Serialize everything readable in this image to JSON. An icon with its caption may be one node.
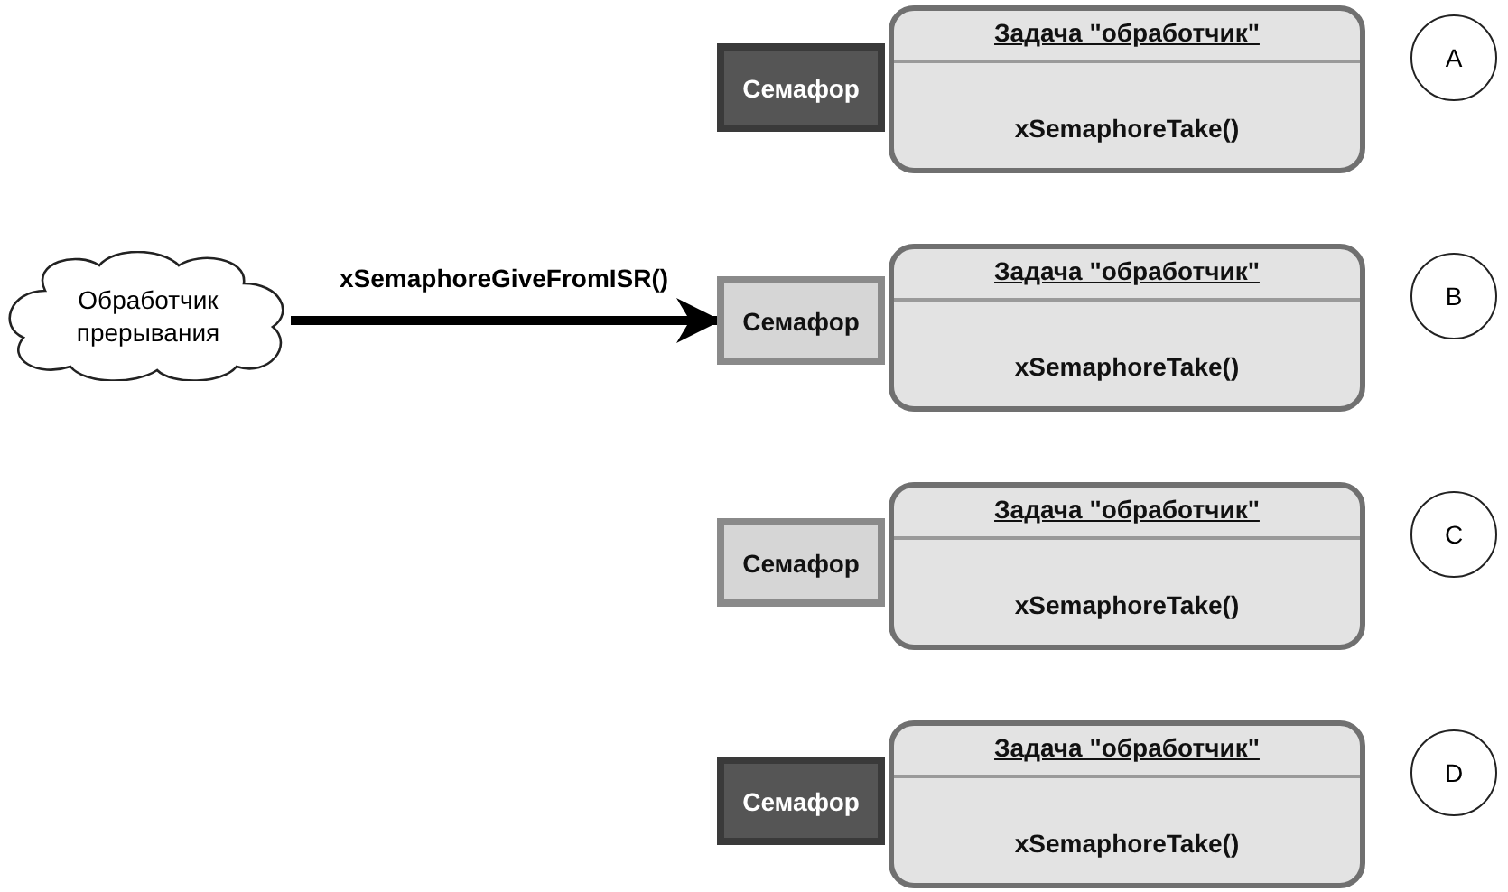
{
  "diagram": {
    "nodes": [
      {
        "text": [
          "Задача \"обработчик\"",
          "xSemaphoreTake()"
        ]
      },
      {
        "text": [
          "Семафор"
        ]
      },
      {
        "text": [
          "A"
        ]
      },
      {
        "text": [
          "Обработчик прерывания"
        ]
      },
      {
        "text": [
          "Задача \"обработчик\"",
          "xSemaphoreTake()"
        ]
      },
      {
        "text": [
          "Семафор"
        ]
      },
      {
        "text": [
          "B"
        ]
      },
      {
        "text": [
          "Задача \"обработчик\"",
          "xSemaphoreTake()"
        ]
      },
      {
        "text": [
          "Семафор"
        ]
      },
      {
        "text": [
          "C"
        ]
      },
      {
        "text": [
          "Задача \"обработчик\"",
          "xSemaphoreTake()"
        ]
      },
      {
        "text": [
          "Семафор"
        ]
      },
      {
        "text": [
          "D"
        ]
      }
    ],
    "edges": [
      {
        "from": 3,
        "to": 5,
        "arrow": "to",
        "label": "xSemaphoreGiveFromISR()"
      }
    ]
  }
}
